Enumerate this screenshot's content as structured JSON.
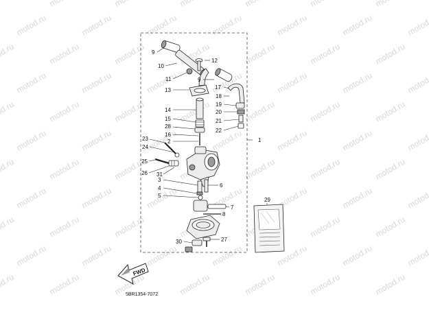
{
  "watermark": "motod.ru",
  "part_numbers": [
    "1",
    "2",
    "3",
    "4",
    "5",
    "6",
    "7",
    "8",
    "9",
    "9",
    "10",
    "11",
    "12",
    "13",
    "14",
    "15",
    "16",
    "17",
    "18",
    "19",
    "20",
    "21",
    "22",
    "23",
    "24",
    "25",
    "26",
    "27",
    "28",
    "29",
    "30",
    "31"
  ],
  "fwd_label": "FWD",
  "diagram_code": "5BR1354-7072",
  "colors": {
    "line": "#222222",
    "part_fill": "#ececec",
    "watermark": "#d8d8d8"
  }
}
